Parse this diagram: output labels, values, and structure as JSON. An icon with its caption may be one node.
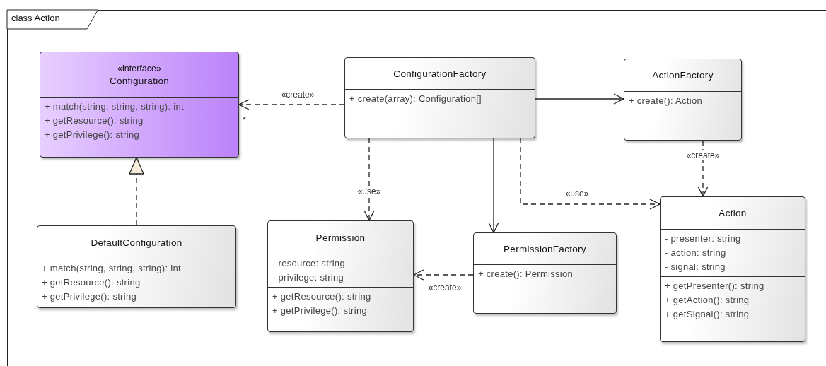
{
  "diagram": {
    "nodes": [
      {
        "text": [
          "class Action"
        ]
      },
      {
        "text": [
          "«interface»",
          "Configuration",
          "+ match(string, string, string): int",
          "+ getResource(): string",
          "+ getPrivilege(): string"
        ],
        "in": 0
      },
      {
        "text": [
          "ConfigurationFactory",
          "+ create(array): Configuration[]"
        ],
        "in": 0
      },
      {
        "text": [
          "ActionFactory",
          "+ create(): Action"
        ],
        "in": 0
      },
      {
        "text": [
          "DefaultConfiguration",
          "+ match(string, string, string): int",
          "+ getResource(): string",
          "+ getPrivilege(): string"
        ],
        "in": 0
      },
      {
        "text": [
          "Permission",
          "- resource: string",
          "- privilege: string",
          "+ getResource(): string",
          "+ getPrivilege(): string"
        ],
        "in": 0
      },
      {
        "text": [
          "PermissionFactory",
          "+ create(): Permission"
        ],
        "in": 0
      },
      {
        "text": [
          "Action",
          "- presenter: string",
          "- action: string",
          "- signal: string",
          "+ getPresenter(): string",
          "+ getAction(): string",
          "+ getSignal(): string"
        ],
        "in": 0
      }
    ],
    "edges": [
      {
        "from": 2,
        "to": 1,
        "arrow": "to",
        "label": "«create»",
        "style": "dashed"
      },
      {
        "from": 2,
        "to": 3,
        "arrow": "to"
      },
      {
        "from": 2,
        "to": 5,
        "arrow": "to",
        "label": "«use»",
        "style": "dashed"
      },
      {
        "from": 2,
        "to": 6,
        "arrow": "to"
      },
      {
        "from": 2,
        "to": 7,
        "arrow": "to",
        "label": "«use»",
        "style": "dashed"
      },
      {
        "from": 3,
        "to": 7,
        "arrow": "to",
        "label": "«create»",
        "style": "dashed"
      },
      {
        "from": 6,
        "to": 5,
        "arrow": "to",
        "label": "«create»",
        "style": "dashed"
      },
      {
        "from": 4,
        "to": 1,
        "arrow": "to",
        "style": "dashed"
      }
    ],
    "labels": [
      "*"
    ]
  }
}
